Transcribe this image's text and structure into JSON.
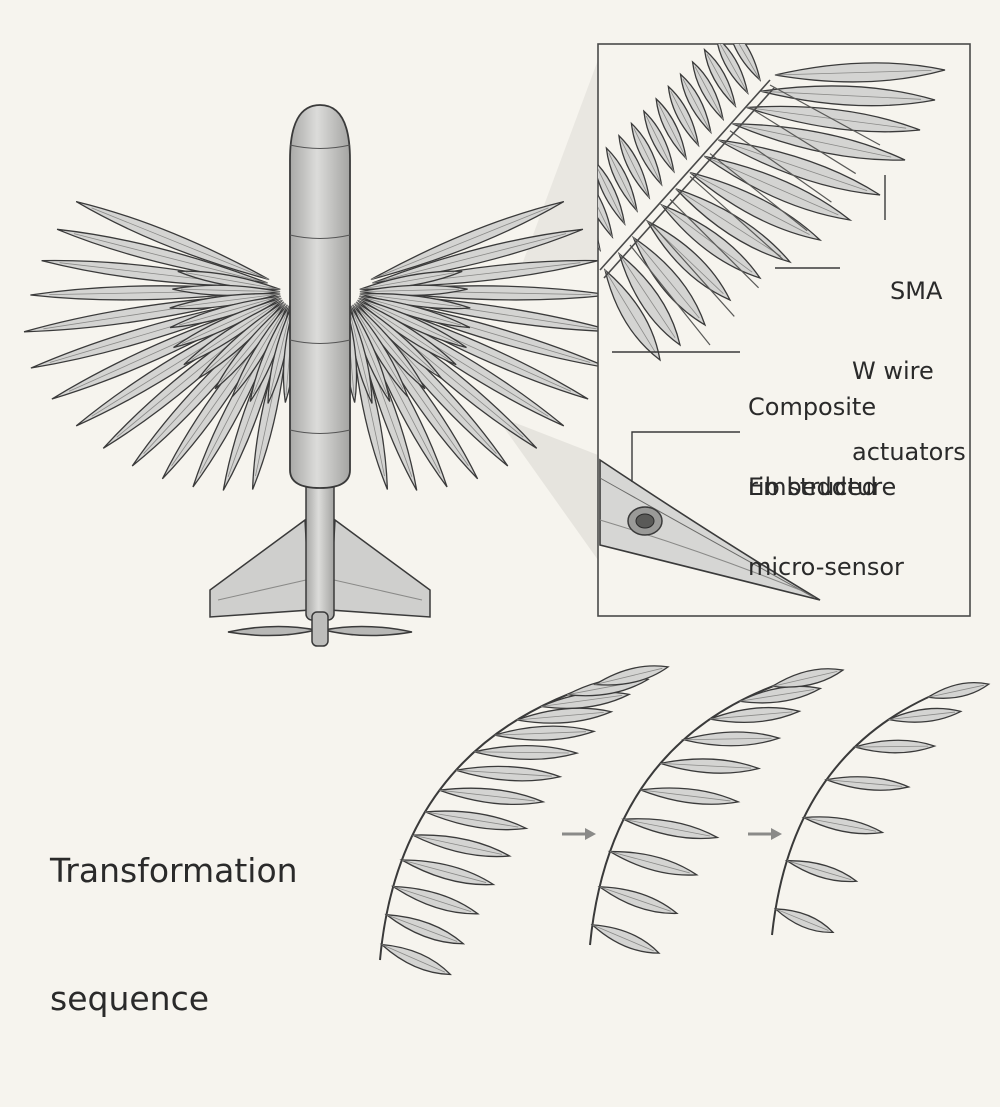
{
  "callouts": {
    "sma": [
      "SMA",
      "W wire",
      "actuators"
    ],
    "rib": [
      "Composite",
      "rib structure"
    ],
    "sensor": [
      "Embedded",
      "micro-sensor"
    ]
  },
  "sequence_label": [
    "Transformation",
    "sequence"
  ],
  "colors": {
    "background": "#f6f4ee",
    "feather_fill": "#d4d4d2",
    "body_fill": "#c6c6c4",
    "ink": "#3a3a3a",
    "inset_border": "#4a4a4a",
    "zoom_beam": "#e4e2dc"
  },
  "icons": [
    "aircraft-body-icon",
    "feathered-wing-icon",
    "propeller-icon",
    "tailplane-icon",
    "arrow-right-icon",
    "sensor-pod-icon"
  ]
}
